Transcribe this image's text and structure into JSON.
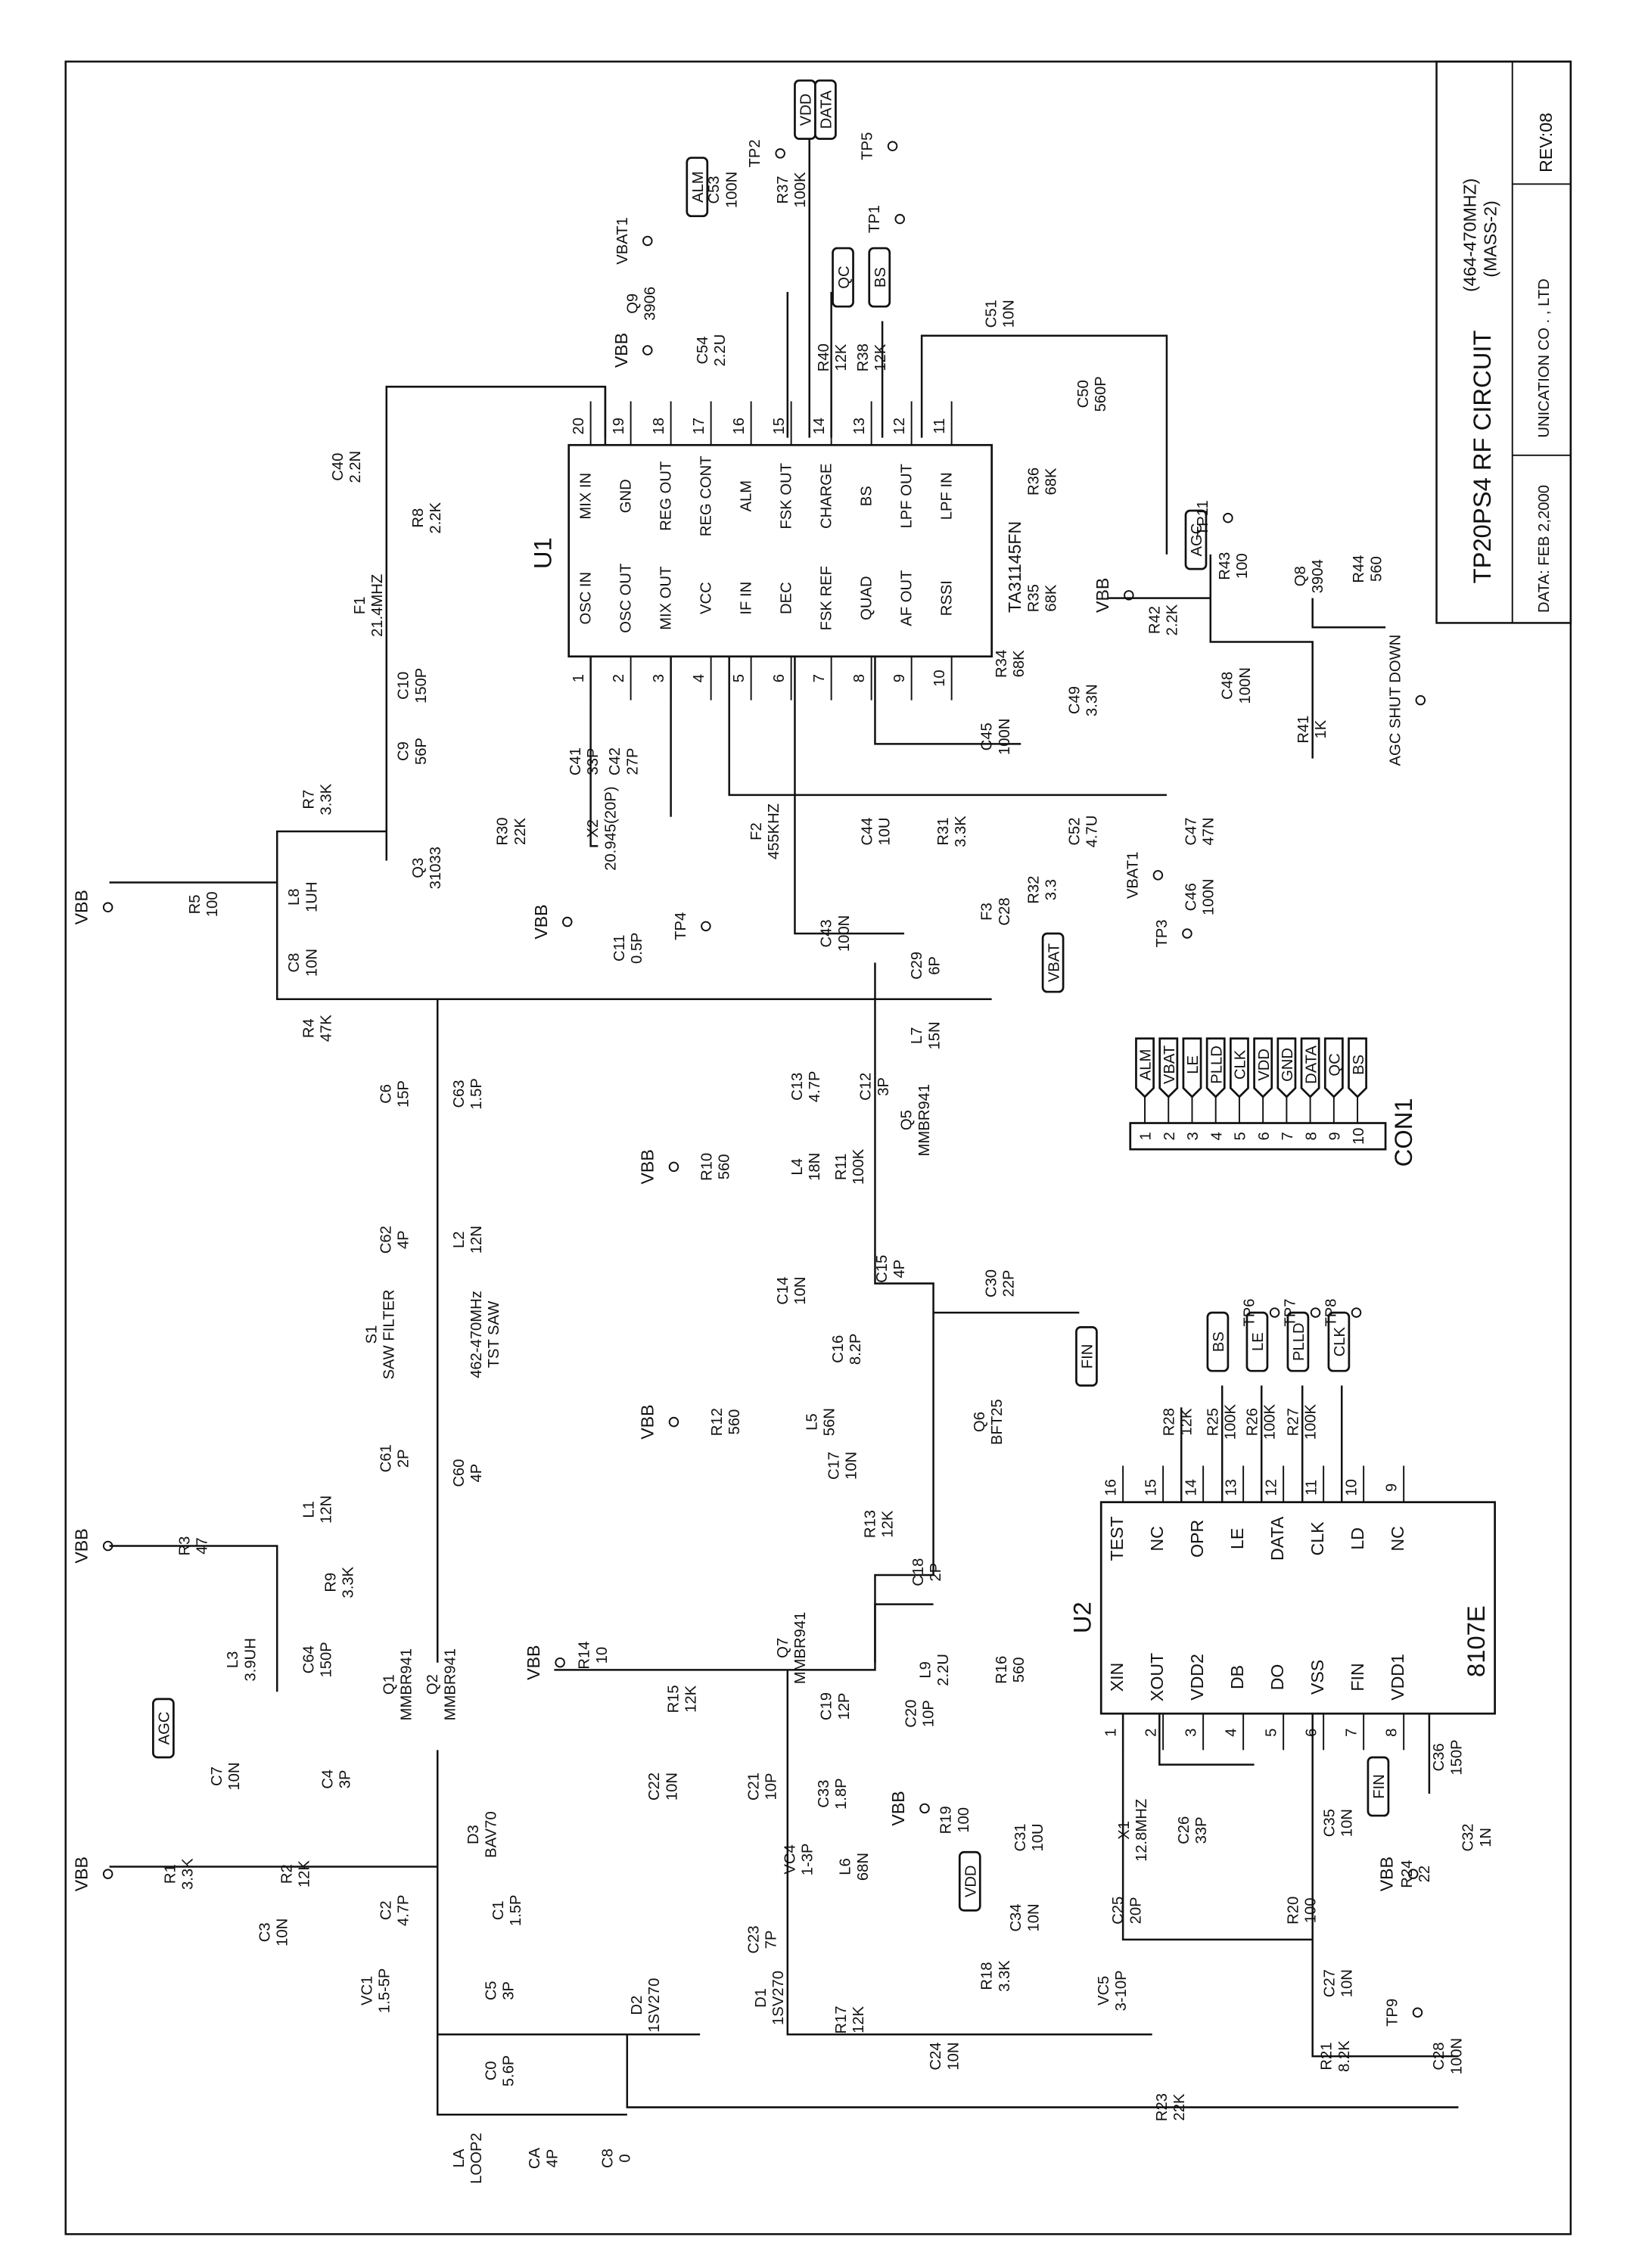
{
  "title_block": {
    "title": "TP20PS4 RF CIRCUIT",
    "band": "(464-470MHZ)",
    "variant": "(MASS-2)",
    "date": "DATA: FEB 2,2000",
    "company": "UNICATION CO . , LTD",
    "revision": "REV:08"
  },
  "u1": {
    "ref": "U1",
    "part": "TA31145FN",
    "pins_bottom": [
      {
        "num": "1",
        "name": "OSC IN"
      },
      {
        "num": "2",
        "name": "OSC OUT"
      },
      {
        "num": "3",
        "name": "MIX OUT"
      },
      {
        "num": "4",
        "name": "VCC"
      },
      {
        "num": "5",
        "name": "IF IN"
      },
      {
        "num": "6",
        "name": "DEC"
      },
      {
        "num": "7",
        "name": "FSK REF"
      },
      {
        "num": "8",
        "name": "QUAD"
      },
      {
        "num": "9",
        "name": "AF OUT"
      },
      {
        "num": "10",
        "name": "RSSI"
      }
    ],
    "pins_top": [
      {
        "num": "20",
        "name": "MIX IN"
      },
      {
        "num": "19",
        "name": "GND"
      },
      {
        "num": "18",
        "name": "REG OUT"
      },
      {
        "num": "17",
        "name": "REG CONT"
      },
      {
        "num": "16",
        "name": "ALM"
      },
      {
        "num": "15",
        "name": "FSK OUT"
      },
      {
        "num": "14",
        "name": "CHARGE"
      },
      {
        "num": "13",
        "name": "BS"
      },
      {
        "num": "12",
        "name": "LPF OUT"
      },
      {
        "num": "11",
        "name": "LPF IN"
      }
    ]
  },
  "u2": {
    "ref": "U2",
    "part": "8107E",
    "pins_left": [
      {
        "num": "1",
        "name": "XIN"
      },
      {
        "num": "2",
        "name": "XOUT"
      },
      {
        "num": "3",
        "name": "VDD2"
      },
      {
        "num": "4",
        "name": "DB"
      },
      {
        "num": "5",
        "name": "DO"
      },
      {
        "num": "6",
        "name": "VSS"
      },
      {
        "num": "7",
        "name": "FIN"
      },
      {
        "num": "8",
        "name": "VDD1"
      }
    ],
    "pins_right": [
      {
        "num": "16",
        "name": "TEST"
      },
      {
        "num": "15",
        "name": "NC"
      },
      {
        "num": "14",
        "name": "OPR"
      },
      {
        "num": "13",
        "name": "LE"
      },
      {
        "num": "12",
        "name": "DATA"
      },
      {
        "num": "11",
        "name": "CLK"
      },
      {
        "num": "10",
        "name": "LD"
      },
      {
        "num": "9",
        "name": "NC"
      }
    ]
  },
  "con1": {
    "ref": "CON1",
    "pins": [
      {
        "num": "1",
        "name": "ALM"
      },
      {
        "num": "2",
        "name": "VBAT"
      },
      {
        "num": "3",
        "name": "LE"
      },
      {
        "num": "4",
        "name": "PLLD"
      },
      {
        "num": "5",
        "name": "CLK"
      },
      {
        "num": "6",
        "name": "VDD"
      },
      {
        "num": "7",
        "name": "GND"
      },
      {
        "num": "8",
        "name": "DATA"
      },
      {
        "num": "9",
        "name": "QC"
      },
      {
        "num": "10",
        "name": "BS"
      }
    ]
  },
  "components": [
    {
      "ref": "R5",
      "value": "100"
    },
    {
      "ref": "R4",
      "value": "47K"
    },
    {
      "ref": "C8",
      "value": "10N"
    },
    {
      "ref": "L8",
      "value": "1UH"
    },
    {
      "ref": "R7",
      "value": "3.3K"
    },
    {
      "ref": "Q3",
      "value": "31033"
    },
    {
      "ref": "C9",
      "value": "56P"
    },
    {
      "ref": "C10",
      "value": "150P"
    },
    {
      "ref": "F1",
      "value": "21.4MHZ"
    },
    {
      "ref": "R8",
      "value": "2.2K"
    },
    {
      "ref": "C40",
      "value": "2.2N"
    },
    {
      "ref": "C6",
      "value": "15P"
    },
    {
      "ref": "C63",
      "value": "1.5P"
    },
    {
      "ref": "C62",
      "value": "4P"
    },
    {
      "ref": "L2",
      "value": "12N"
    },
    {
      "ref": "S1",
      "value": "SAW FILTER"
    },
    {
      "ref": "462-470MHz",
      "value": "TST SAW"
    },
    {
      "ref": "C61",
      "value": "2P"
    },
    {
      "ref": "C60",
      "value": "4P"
    },
    {
      "ref": "R3",
      "value": "47"
    },
    {
      "ref": "L1",
      "value": "12N"
    },
    {
      "ref": "R9",
      "value": "3.3K"
    },
    {
      "ref": "L3",
      "value": "3.9UH"
    },
    {
      "ref": "C64",
      "value": "150P"
    },
    {
      "ref": "Q1",
      "value": "MMBR941"
    },
    {
      "ref": "Q2",
      "value": "MMBR941"
    },
    {
      "ref": "C7",
      "value": "10N"
    },
    {
      "ref": "C4",
      "value": "3P"
    },
    {
      "ref": "R1",
      "value": "3.3K"
    },
    {
      "ref": "R2",
      "value": "12K"
    },
    {
      "ref": "C3",
      "value": "10N"
    },
    {
      "ref": "D3",
      "value": "BAV70"
    },
    {
      "ref": "C2",
      "value": "4.7P"
    },
    {
      "ref": "C1",
      "value": "1.5P"
    },
    {
      "ref": "VC1",
      "value": "1.5-5P"
    },
    {
      "ref": "C5",
      "value": "3P"
    },
    {
      "ref": "C0",
      "value": "5.6P"
    },
    {
      "ref": "D2",
      "value": "1SV270"
    },
    {
      "ref": "LA",
      "value": "LOOP2"
    },
    {
      "ref": "CA",
      "value": "4P"
    },
    {
      "ref": "C8",
      "value": "0"
    },
    {
      "ref": "R30",
      "value": "22K"
    },
    {
      "ref": "C41",
      "value": "33P"
    },
    {
      "ref": "C42",
      "value": "27P"
    },
    {
      "ref": "X2",
      "value": "20.945(20P)"
    },
    {
      "ref": "C11",
      "value": "0.5P"
    },
    {
      "ref": "F2",
      "value": "455KHZ"
    },
    {
      "ref": "C44",
      "value": "10U"
    },
    {
      "ref": "C43",
      "value": "100N"
    },
    {
      "ref": "R31",
      "value": "3.3K"
    },
    {
      "ref": "F3",
      "value": "C28"
    },
    {
      "ref": "R32",
      "value": "3.3"
    },
    {
      "ref": "C52",
      "value": "4.7U"
    },
    {
      "ref": "C47",
      "value": "47N"
    },
    {
      "ref": "C46",
      "value": "100N"
    },
    {
      "ref": "C45",
      "value": "100N"
    },
    {
      "ref": "R34",
      "value": "68K"
    },
    {
      "ref": "C49",
      "value": "3.3N"
    },
    {
      "ref": "R35",
      "value": "68K"
    },
    {
      "ref": "R36",
      "value": "68K"
    },
    {
      "ref": "C50",
      "value": "560P"
    },
    {
      "ref": "C51",
      "value": "10N"
    },
    {
      "ref": "R43",
      "value": "100"
    },
    {
      "ref": "R42",
      "value": "2.2K"
    },
    {
      "ref": "Q8",
      "value": "3904"
    },
    {
      "ref": "R44",
      "value": "560"
    },
    {
      "ref": "C48",
      "value": "100N"
    },
    {
      "ref": "R41",
      "value": "1K"
    },
    {
      "ref": "R37",
      "value": "100K"
    },
    {
      "ref": "C53",
      "value": "100N"
    },
    {
      "ref": "Q9",
      "value": "3906"
    },
    {
      "ref": "C54",
      "value": "2.2U"
    },
    {
      "ref": "R40",
      "value": "12K"
    },
    {
      "ref": "R38",
      "value": "12K"
    },
    {
      "ref": "C29",
      "value": "6P"
    },
    {
      "ref": "L7",
      "value": "15N"
    },
    {
      "ref": "C13",
      "value": "4.7P"
    },
    {
      "ref": "C12",
      "value": "3P"
    },
    {
      "ref": "R10",
      "value": "560"
    },
    {
      "ref": "L4",
      "value": "18N"
    },
    {
      "ref": "R11",
      "value": "100K"
    },
    {
      "ref": "Q5",
      "value": "MMBR941"
    },
    {
      "ref": "C14",
      "value": "10N"
    },
    {
      "ref": "C15",
      "value": "4P"
    },
    {
      "ref": "C30",
      "value": "22P"
    },
    {
      "ref": "C16",
      "value": "8.2P"
    },
    {
      "ref": "R12",
      "value": "560"
    },
    {
      "ref": "L5",
      "value": "56N"
    },
    {
      "ref": "Q6",
      "value": "BFT25"
    },
    {
      "ref": "C17",
      "value": "10N"
    },
    {
      "ref": "R13",
      "value": "12K"
    },
    {
      "ref": "C18",
      "value": "2P"
    },
    {
      "ref": "Q7",
      "value": "MMBR941"
    },
    {
      "ref": "R14",
      "value": "10"
    },
    {
      "ref": "L9",
      "value": "2.2U"
    },
    {
      "ref": "R16",
      "value": "560"
    },
    {
      "ref": "R15",
      "value": "12K"
    },
    {
      "ref": "C19",
      "value": "12P"
    },
    {
      "ref": "C20",
      "value": "10P"
    },
    {
      "ref": "C22",
      "value": "10N"
    },
    {
      "ref": "C21",
      "value": "10P"
    },
    {
      "ref": "C33",
      "value": "1.8P"
    },
    {
      "ref": "R19",
      "value": "100"
    },
    {
      "ref": "VC4",
      "value": "1-3P"
    },
    {
      "ref": "L6",
      "value": "68N"
    },
    {
      "ref": "C31",
      "value": "10U"
    },
    {
      "ref": "C34",
      "value": "10N"
    },
    {
      "ref": "C23",
      "value": "7P"
    },
    {
      "ref": "D1",
      "value": "1SV270"
    },
    {
      "ref": "R18",
      "value": "3.3K"
    },
    {
      "ref": "VC5",
      "value": "3-10P"
    },
    {
      "ref": "R17",
      "value": "12K"
    },
    {
      "ref": "C24",
      "value": "10N"
    },
    {
      "ref": "R23",
      "value": "22K"
    },
    {
      "ref": "X1",
      "value": "12.8MHZ"
    },
    {
      "ref": "C26",
      "value": "33P"
    },
    {
      "ref": "C25",
      "value": "20P"
    },
    {
      "ref": "C35",
      "value": "10N"
    },
    {
      "ref": "R20",
      "value": "100"
    },
    {
      "ref": "C27",
      "value": "10N"
    },
    {
      "ref": "R24",
      "value": "22"
    },
    {
      "ref": "C36",
      "value": "150P"
    },
    {
      "ref": "C32",
      "value": "1N"
    },
    {
      "ref": "R21",
      "value": "8.2K"
    },
    {
      "ref": "C28",
      "value": "100N"
    },
    {
      "ref": "R28",
      "value": "12K"
    },
    {
      "ref": "R25",
      "value": "100K"
    },
    {
      "ref": "R26",
      "value": "100K"
    },
    {
      "ref": "R27",
      "value": "100K"
    }
  ],
  "net_labels": [
    "ALM",
    "VDD",
    "DATA",
    "QC",
    "BS",
    "AGC",
    "VBAT",
    "FIN",
    "AGC",
    "FIN",
    "VDD",
    "BS",
    "LE",
    "PLLD",
    "CLK"
  ],
  "power_and_testpoints": [
    "VBB",
    "VBB",
    "VBB",
    "VBB",
    "VBB",
    "VBB",
    "VBB",
    "VBB",
    "VBB",
    "VBB",
    "VBB",
    "VBAT1",
    "VBAT1",
    "TP1",
    "TP2",
    "TP3",
    "TP4",
    "TP5",
    "TP6",
    "TP7",
    "TP8",
    "TP9",
    "TP11",
    "AGC SHUT DOWN"
  ]
}
